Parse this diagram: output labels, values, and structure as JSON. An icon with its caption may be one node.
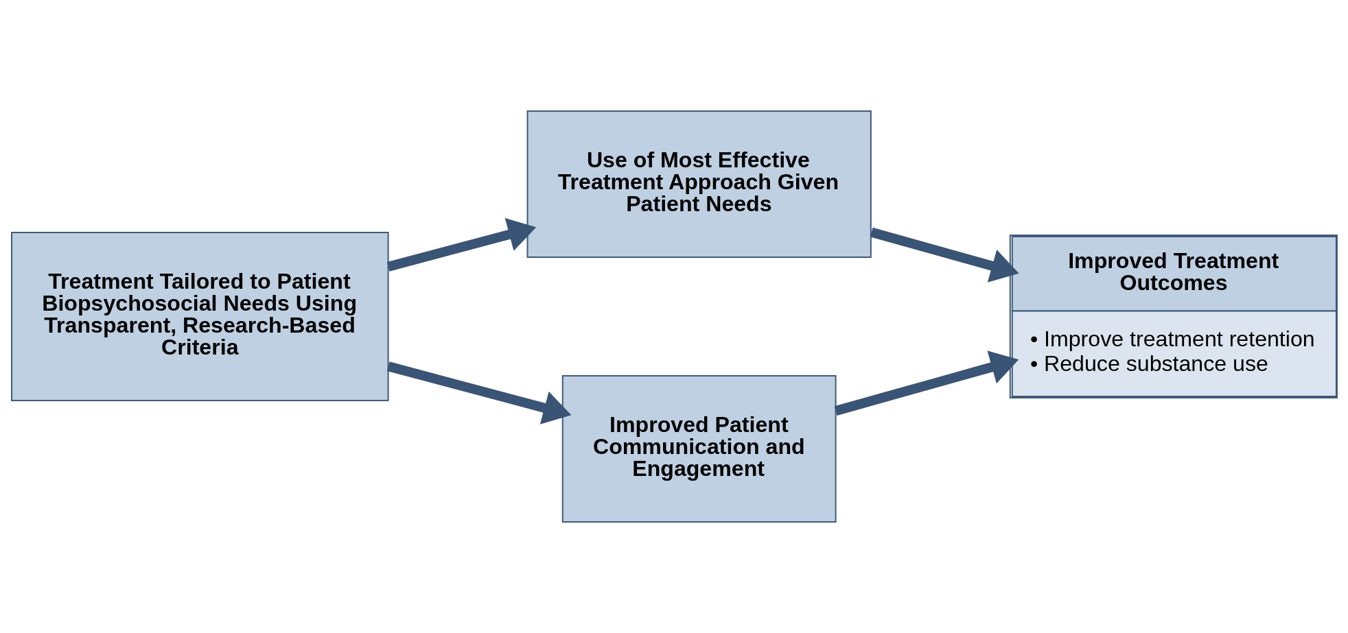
{
  "diagram": {
    "nodes": [
      {
        "text": [
          "Treatment Tailored to Patient Biopsychosocial Needs Using Transparent, Research-Based Criteria"
        ]
      },
      {
        "text": [
          "Use of Most Effective Treatment Approach Given Patient Needs"
        ]
      },
      {
        "text": [
          "Improved Patient Communication and Engagement"
        ]
      },
      {
        "text": [
          "Improved Treatment Outcomes",
          "• Improve treatment retention",
          "• Reduce substance use"
        ]
      }
    ],
    "edges": [
      {
        "from": 0,
        "to": 1,
        "arrow": "to"
      },
      {
        "from": 0,
        "to": 2,
        "arrow": "to"
      },
      {
        "from": 1,
        "to": 3,
        "arrow": "to"
      },
      {
        "from": 2,
        "to": 3,
        "arrow": "to"
      }
    ]
  }
}
